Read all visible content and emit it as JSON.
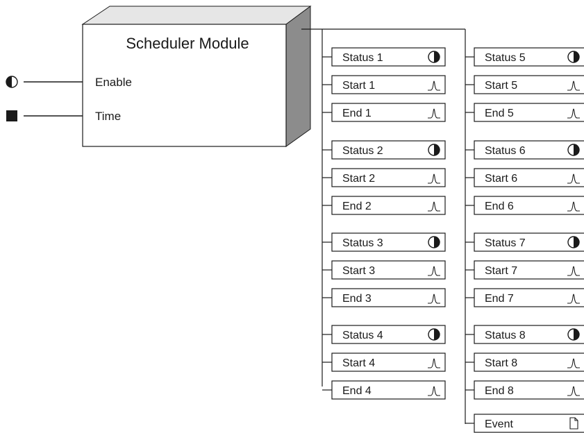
{
  "module": {
    "title": "Scheduler Module",
    "inputs": [
      {
        "label": "Enable",
        "icon": "half-circle-icon"
      },
      {
        "label": "Time",
        "icon": "filled-square-icon"
      }
    ]
  },
  "outputs": {
    "column_1": [
      {
        "label": "Status 1",
        "icon": "half-circle-icon"
      },
      {
        "label": "Start 1",
        "icon": "pulse-icon"
      },
      {
        "label": "End 1",
        "icon": "pulse-icon"
      },
      {
        "label": "Status 2",
        "icon": "half-circle-icon"
      },
      {
        "label": "Start 2",
        "icon": "pulse-icon"
      },
      {
        "label": "End 2",
        "icon": "pulse-icon"
      },
      {
        "label": "Status 3",
        "icon": "half-circle-icon"
      },
      {
        "label": "Start 3",
        "icon": "pulse-icon"
      },
      {
        "label": "End 3",
        "icon": "pulse-icon"
      },
      {
        "label": "Status 4",
        "icon": "half-circle-icon"
      },
      {
        "label": "Start 4",
        "icon": "pulse-icon"
      },
      {
        "label": "End 4",
        "icon": "pulse-icon"
      }
    ],
    "column_2": [
      {
        "label": "Status 5",
        "icon": "half-circle-icon"
      },
      {
        "label": "Start 5",
        "icon": "pulse-icon"
      },
      {
        "label": "End 5",
        "icon": "pulse-icon"
      },
      {
        "label": "Status 6",
        "icon": "half-circle-icon"
      },
      {
        "label": "Start 6",
        "icon": "pulse-icon"
      },
      {
        "label": "End 6",
        "icon": "pulse-icon"
      },
      {
        "label": "Status 7",
        "icon": "half-circle-icon"
      },
      {
        "label": "Start 7",
        "icon": "pulse-icon"
      },
      {
        "label": "End 7",
        "icon": "pulse-icon"
      },
      {
        "label": "Status 8",
        "icon": "half-circle-icon"
      },
      {
        "label": "Start 8",
        "icon": "pulse-icon"
      },
      {
        "label": "End 8",
        "icon": "pulse-icon"
      },
      {
        "label": "Event",
        "icon": "document-icon"
      }
    ]
  },
  "colors": {
    "line": "#1a1a1a",
    "box_fill": "#ffffff",
    "side_fill": "#8c8c8c",
    "top_fill": "#e6e6e6"
  }
}
